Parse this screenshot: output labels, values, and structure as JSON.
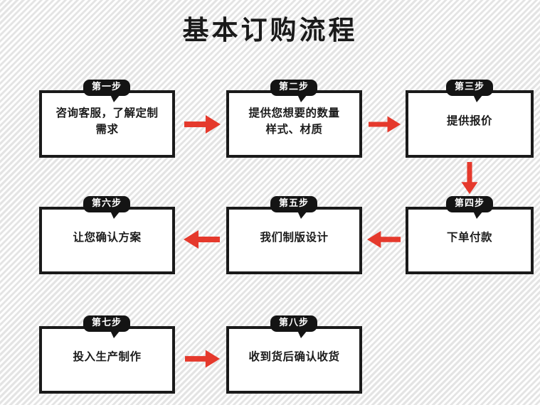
{
  "page": {
    "title": "基本订购流程",
    "accent_color": "#e5392c",
    "box_border_color": "#1a1a1a",
    "badge_color": "#141414",
    "box_fill_color": "#ffffff",
    "background_color": "#f4f4f4"
  },
  "flow": {
    "steps": [
      {
        "badge": "第一步",
        "text": "咨询客服，了解定制\n需求",
        "row": 1,
        "col": 1
      },
      {
        "badge": "第二步",
        "text": "提供您想要的数量\n样式、材质",
        "row": 1,
        "col": 2
      },
      {
        "badge": "第三步",
        "text": "提供报价",
        "row": 1,
        "col": 3
      },
      {
        "badge": "第四步",
        "text": "下单付款",
        "row": 2,
        "col": 3
      },
      {
        "badge": "第五步",
        "text": "我们制版设计",
        "row": 2,
        "col": 2
      },
      {
        "badge": "第六步",
        "text": "让您确认方案",
        "row": 2,
        "col": 1
      },
      {
        "badge": "第七步",
        "text": "投入生产制作",
        "row": 3,
        "col": 1
      },
      {
        "badge": "第八步",
        "text": "收到货后确认收货",
        "row": 3,
        "col": 2
      }
    ],
    "connectors": [
      {
        "name": "arrow-step1-to-step2",
        "direction": "right"
      },
      {
        "name": "arrow-step2-to-step3",
        "direction": "right"
      },
      {
        "name": "arrow-step3-to-step4",
        "direction": "down"
      },
      {
        "name": "arrow-step4-to-step5",
        "direction": "left"
      },
      {
        "name": "arrow-step5-to-step6",
        "direction": "left"
      },
      {
        "name": "arrow-step7-to-step8",
        "direction": "right"
      }
    ]
  }
}
